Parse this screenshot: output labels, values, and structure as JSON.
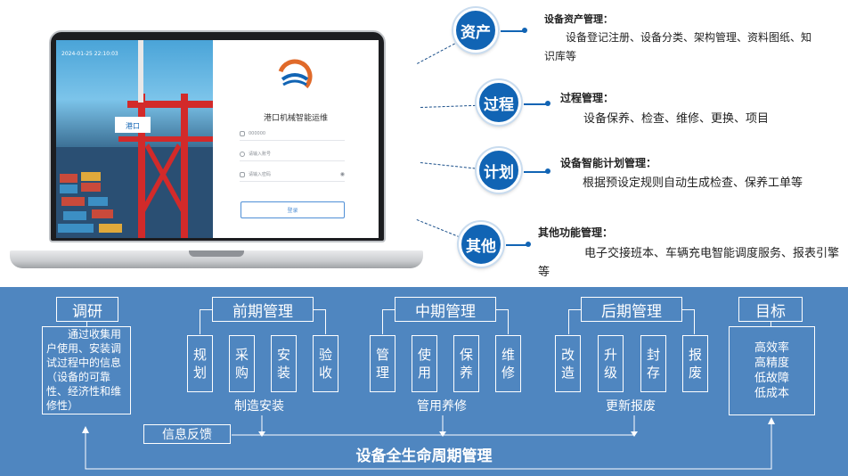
{
  "laptop": {
    "timestamp": "2024-01-25 22:10:03",
    "photo_sign": "港口",
    "app_name": "港口机械智能运维",
    "username_value": "000000",
    "phone_placeholder": "请输入账号",
    "password_placeholder": "请输入密码",
    "login_label": "登录"
  },
  "features": [
    {
      "badge": "资产",
      "title": "设备资产管理：",
      "desc": "设备登记注册、设备分类、架构管理、资料图纸、知识库等"
    },
    {
      "badge": "过程",
      "title": "过程管理：",
      "desc": "设备保养、检查、维修、更换、项目"
    },
    {
      "badge": "计划",
      "title": "设备智能计划管理：",
      "desc": "根据预设定规则自动生成检查、保养工单等"
    },
    {
      "badge": "其他",
      "title": "其他功能管理：",
      "desc": "电子交接班本、车辆充电智能调度服务、报表引擎等"
    }
  ],
  "lifecycle": {
    "research": {
      "label": "调研",
      "text": "通过收集用户使用、安装调试过程中的信息（设备的可靠性、经济性和维修性）"
    },
    "early": {
      "label": "前期管理",
      "items": [
        "规划",
        "采购",
        "安装",
        "验收"
      ],
      "caption": "制造安装"
    },
    "middle": {
      "label": "中期管理",
      "items": [
        "管理",
        "使用",
        "保养",
        "维修"
      ],
      "caption": "管用养修"
    },
    "late": {
      "label": "后期管理",
      "items": [
        "改造",
        "升级",
        "封存",
        "报废"
      ],
      "caption": "更新报废"
    },
    "goal": {
      "label": "目标",
      "items": [
        "高效率",
        "高精度",
        "低故障",
        "低成本"
      ]
    },
    "feedback": "信息反馈",
    "title": "设备全生命周期管理"
  }
}
